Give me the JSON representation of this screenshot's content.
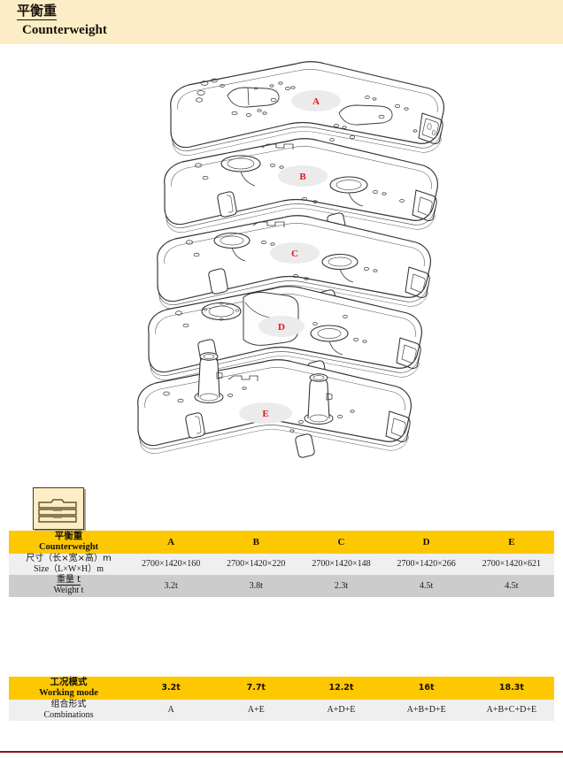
{
  "header": {
    "title_cn": "平衡重",
    "title_en": "Counterweight",
    "band_color": "#fcedc6"
  },
  "illustration": {
    "name": "counterweight-exploded-view",
    "plate_labels": [
      "A",
      "B",
      "C",
      "D",
      "E"
    ],
    "label_color": "#e8121a",
    "label_bg": "#ebebeb"
  },
  "icon_chip": {
    "name": "stacked-plates-icon",
    "bg_color": "#fcedc6",
    "border_color": "#4a3c10"
  },
  "colors": {
    "header_yellow": "#fdc800",
    "row_light": "#efefef",
    "row_gray": "#cccccc",
    "bottom_rule": "#8c1420"
  },
  "table_spec": {
    "header": {
      "label_cn": "平衡重",
      "label_en": "Counterweight",
      "columns": [
        "A",
        "B",
        "C",
        "D",
        "E"
      ]
    },
    "rows": [
      {
        "label_cn": "尺寸（长×宽×高）m",
        "label_en": "Size（L×W×H）m",
        "values": [
          "2700×1420×160",
          "2700×1420×220",
          "2700×1420×148",
          "2700×1420×266",
          "2700×1420×621"
        ]
      },
      {
        "label_cn": "重量 t",
        "label_en": "Weight t",
        "values": [
          "3.2t",
          "3.8t",
          "2.3t",
          "4.5t",
          "4.5t"
        ]
      }
    ]
  },
  "table_mode": {
    "header": {
      "label_cn": "工况模式",
      "label_en": "Working mode",
      "columns": [
        "3.2t",
        "7.7t",
        "12.2t",
        "16t",
        "18.3t"
      ]
    },
    "rows": [
      {
        "label_cn": "组合形式",
        "label_en": "Combinations",
        "values": [
          "A",
          "A+E",
          "A+D+E",
          "A+B+D+E",
          "A+B+C+D+E"
        ]
      }
    ]
  }
}
